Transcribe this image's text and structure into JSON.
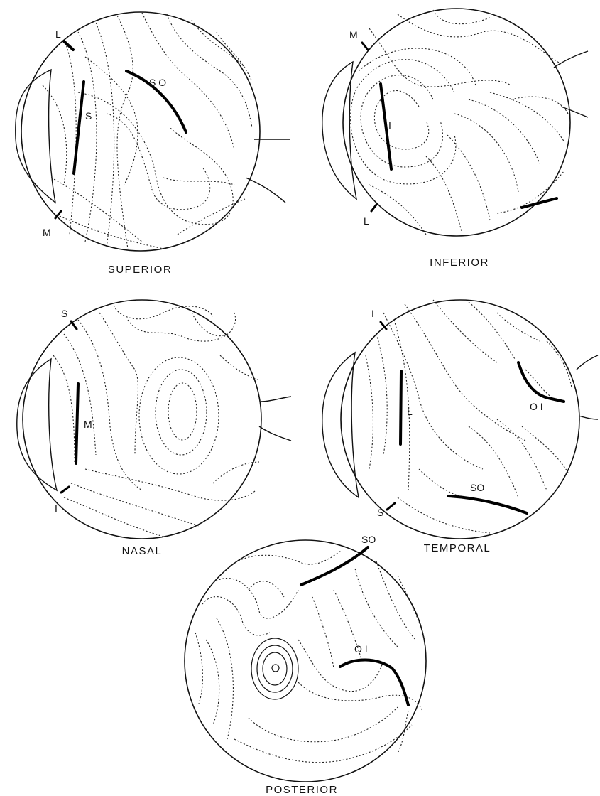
{
  "views": {
    "superior": {
      "title": "SUPERIOR",
      "muscle_labels": {
        "lateral": "L",
        "medial": "M",
        "superior": "S",
        "superior_oblique": "S O"
      }
    },
    "inferior": {
      "title": "INFERIOR",
      "muscle_labels": {
        "medial": "M",
        "lateral": "L",
        "inferior": "I"
      }
    },
    "nasal": {
      "title": "NASAL",
      "muscle_labels": {
        "superior": "S",
        "medial": "M",
        "inferior": "I"
      }
    },
    "temporal": {
      "title": "TEMPORAL",
      "muscle_labels": {
        "inferior": "I",
        "lateral": "L",
        "superior": "S",
        "inferior_oblique": "O I",
        "superior_oblique": "SO"
      }
    },
    "posterior": {
      "title": "POSTERIOR",
      "muscle_labels": {
        "superior_oblique": "SO",
        "inferior_oblique": "O I"
      }
    }
  }
}
